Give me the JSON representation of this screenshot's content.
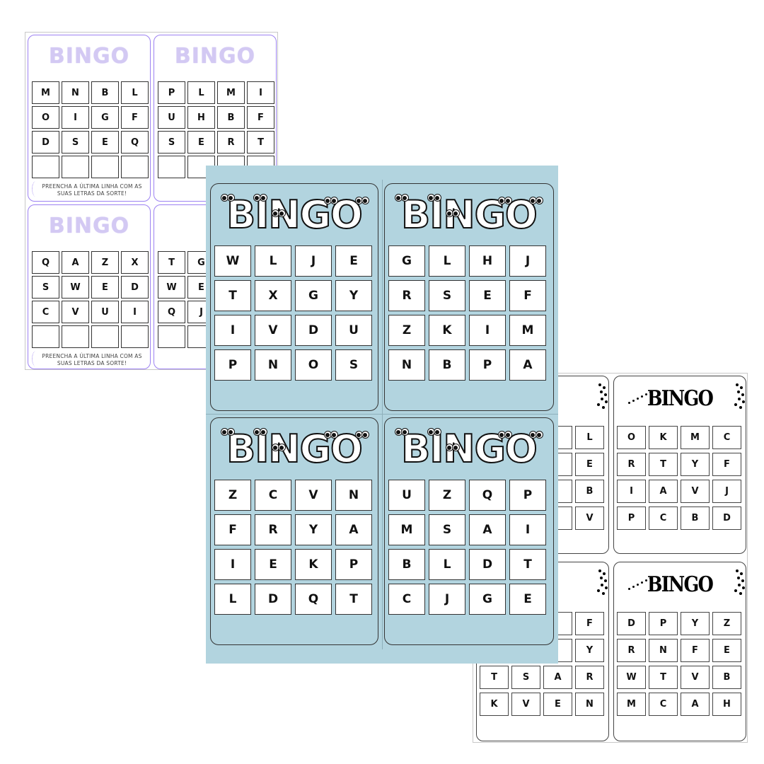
{
  "purple_sheet": {
    "logo": "BINGO",
    "footer_line1": "PREENCHA A ÚLTIMA LINHA COM AS",
    "footer_line2": "SUAS LETRAS DA SORTE!",
    "accent_color": "#9d82f2",
    "cards": [
      {
        "rows": [
          [
            "M",
            "N",
            "B",
            "L"
          ],
          [
            "O",
            "I",
            "G",
            "F"
          ],
          [
            "D",
            "S",
            "E",
            "Q"
          ],
          [
            "",
            "",
            "",
            ""
          ]
        ]
      },
      {
        "rows": [
          [
            "P",
            "L",
            "M",
            "I"
          ],
          [
            "U",
            "H",
            "B",
            "F"
          ],
          [
            "S",
            "E",
            "R",
            "T"
          ],
          [
            "",
            "",
            "",
            ""
          ]
        ]
      },
      {
        "rows": [
          [
            "Q",
            "A",
            "Z",
            "X"
          ],
          [
            "S",
            "W",
            "E",
            "D"
          ],
          [
            "C",
            "V",
            "U",
            "I"
          ],
          [
            "",
            "",
            "",
            ""
          ]
        ]
      },
      {
        "rows": [
          [
            "T",
            "G",
            "",
            ""
          ],
          [
            "W",
            "E",
            "",
            ""
          ],
          [
            "Q",
            "J",
            "",
            ""
          ],
          [
            "",
            "",
            "",
            ""
          ]
        ]
      }
    ]
  },
  "black_sheet": {
    "logo": "BINGO",
    "cards": [
      {
        "rows": [
          [
            "",
            "",
            "",
            "L"
          ],
          [
            "",
            "",
            "",
            "E"
          ],
          [
            "",
            "",
            "",
            "B"
          ],
          [
            "",
            "",
            "",
            "V"
          ]
        ]
      },
      {
        "rows": [
          [
            "O",
            "K",
            "M",
            "C"
          ],
          [
            "R",
            "T",
            "Y",
            "F"
          ],
          [
            "I",
            "A",
            "V",
            "J"
          ],
          [
            "P",
            "C",
            "B",
            "D"
          ]
        ]
      },
      {
        "rows": [
          [
            "",
            "",
            "",
            "F"
          ],
          [
            "",
            "",
            "",
            "Y"
          ],
          [
            "T",
            "S",
            "A",
            "R"
          ],
          [
            "K",
            "V",
            "E",
            "N"
          ]
        ]
      },
      {
        "rows": [
          [
            "D",
            "P",
            "Y",
            "Z"
          ],
          [
            "R",
            "N",
            "F",
            "E"
          ],
          [
            "W",
            "T",
            "V",
            "B"
          ],
          [
            "M",
            "C",
            "A",
            "H"
          ]
        ]
      }
    ]
  },
  "blue_sheet": {
    "logo": "BINGO",
    "background_color": "#b2d4df",
    "cards": [
      {
        "rows": [
          [
            "W",
            "L",
            "J",
            "E"
          ],
          [
            "T",
            "X",
            "G",
            "Y"
          ],
          [
            "I",
            "V",
            "D",
            "U"
          ],
          [
            "P",
            "N",
            "O",
            "S"
          ]
        ]
      },
      {
        "rows": [
          [
            "G",
            "L",
            "H",
            "J"
          ],
          [
            "R",
            "S",
            "E",
            "F"
          ],
          [
            "Z",
            "K",
            "I",
            "M"
          ],
          [
            "N",
            "B",
            "P",
            "A"
          ]
        ]
      },
      {
        "rows": [
          [
            "Z",
            "C",
            "V",
            "N"
          ],
          [
            "F",
            "R",
            "Y",
            "A"
          ],
          [
            "I",
            "E",
            "K",
            "P"
          ],
          [
            "L",
            "D",
            "Q",
            "T"
          ]
        ]
      },
      {
        "rows": [
          [
            "U",
            "Z",
            "Q",
            "P"
          ],
          [
            "M",
            "S",
            "A",
            "I"
          ],
          [
            "B",
            "L",
            "D",
            "T"
          ],
          [
            "C",
            "J",
            "G",
            "E"
          ]
        ]
      }
    ]
  }
}
